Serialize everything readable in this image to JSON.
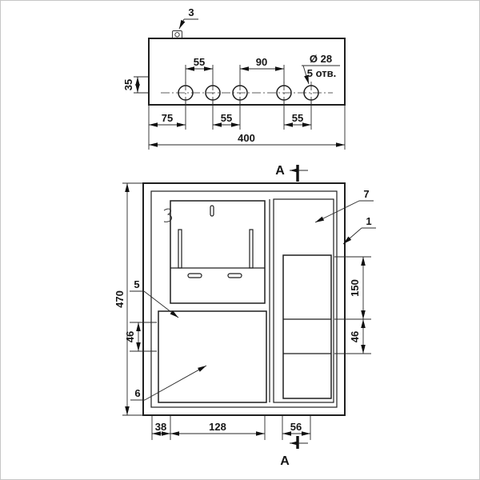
{
  "drawing": {
    "colors": {
      "line": "#1f1f1f",
      "background": "#ffffff"
    },
    "top_view": {
      "callout_clamp": "3",
      "dim_spacing_a": "55",
      "dim_spacing_b": "90",
      "dim_height_offset": "35",
      "hole_diameter": "Ø 28",
      "hole_count": "5 отв.",
      "dim_edge": "75",
      "dim_spacing_c": "55",
      "dim_spacing_d": "55",
      "dim_width": "400"
    },
    "front_view": {
      "section_top": "A",
      "section_bottom": "A",
      "callout_door": "7",
      "callout_frame": "1",
      "callout_panel": "5",
      "callout_box": "6",
      "dim_height": "470",
      "dim_left_offset": "46",
      "dim_right_upper": "150",
      "dim_right_lower": "46",
      "dim_bottom_a": "38",
      "dim_bottom_b": "128",
      "dim_bottom_c": "56"
    }
  }
}
